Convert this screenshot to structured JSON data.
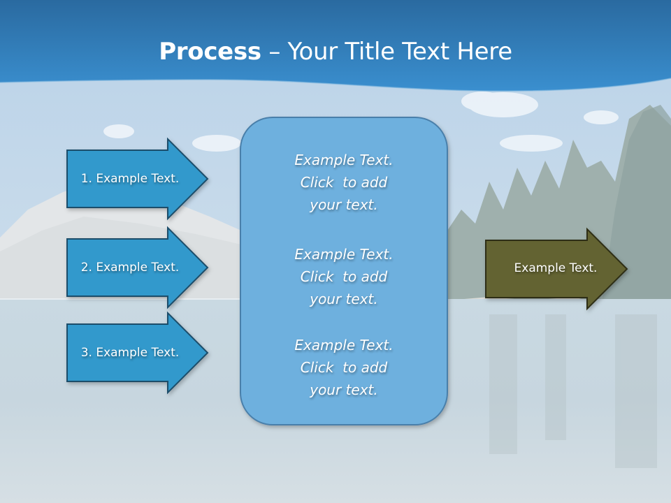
{
  "slide": {
    "title_bold": "Process",
    "title_rest": " – Your Title Text Here"
  },
  "left_arrows": [
    {
      "label": "1. Example Text."
    },
    {
      "label": "2. Example Text."
    },
    {
      "label": "3. Example Text."
    }
  ],
  "center_box": {
    "blocks": [
      {
        "lines": [
          "Example Text.",
          "Click  to add",
          "your text."
        ]
      },
      {
        "lines": [
          "Example Text.",
          "Click  to add",
          "your text."
        ]
      },
      {
        "lines": [
          "Example Text.",
          "Click  to add",
          "your text."
        ]
      }
    ]
  },
  "right_arrow": {
    "label": "Example Text."
  },
  "colors": {
    "header_blue": "#2E7DBE",
    "arrow_blue_fill": "#3399CC",
    "arrow_blue_stroke": "#1F4E6B",
    "box_fill": "#6EB0DE",
    "box_stroke": "#4A7FAA",
    "olive_fill": "#636333",
    "olive_stroke": "#2E2E14"
  }
}
